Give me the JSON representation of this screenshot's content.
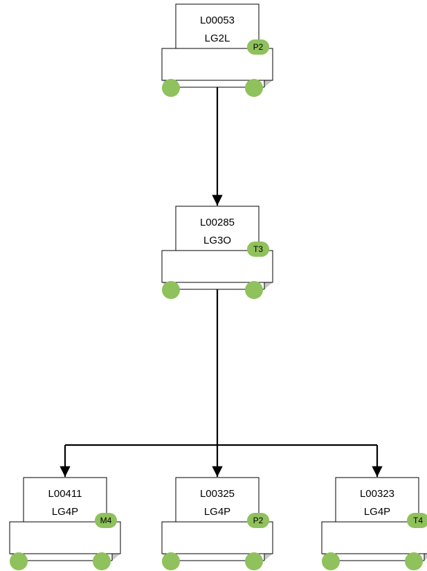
{
  "nodes": [
    {
      "id": "n1",
      "code": "L00053",
      "group": "LG2L",
      "badge": "P2"
    },
    {
      "id": "n2",
      "code": "L00285",
      "group": "LG3O",
      "badge": "T3"
    },
    {
      "id": "n3",
      "code": "L00411",
      "group": "LG4P",
      "badge": "M4"
    },
    {
      "id": "n4",
      "code": "L00325",
      "group": "LG4P",
      "badge": "P2"
    },
    {
      "id": "n5",
      "code": "L00323",
      "group": "LG4P",
      "badge": "T4"
    }
  ],
  "edges": [
    {
      "from": "n1",
      "to": "n2"
    },
    {
      "from": "n2",
      "to": "n3"
    },
    {
      "from": "n2",
      "to": "n4"
    },
    {
      "from": "n2",
      "to": "n5"
    }
  ],
  "colors": {
    "badge": "#8fc15c",
    "foot": "#8fc15c",
    "shadow": "#c7c7c7",
    "stroke": "#000000"
  }
}
